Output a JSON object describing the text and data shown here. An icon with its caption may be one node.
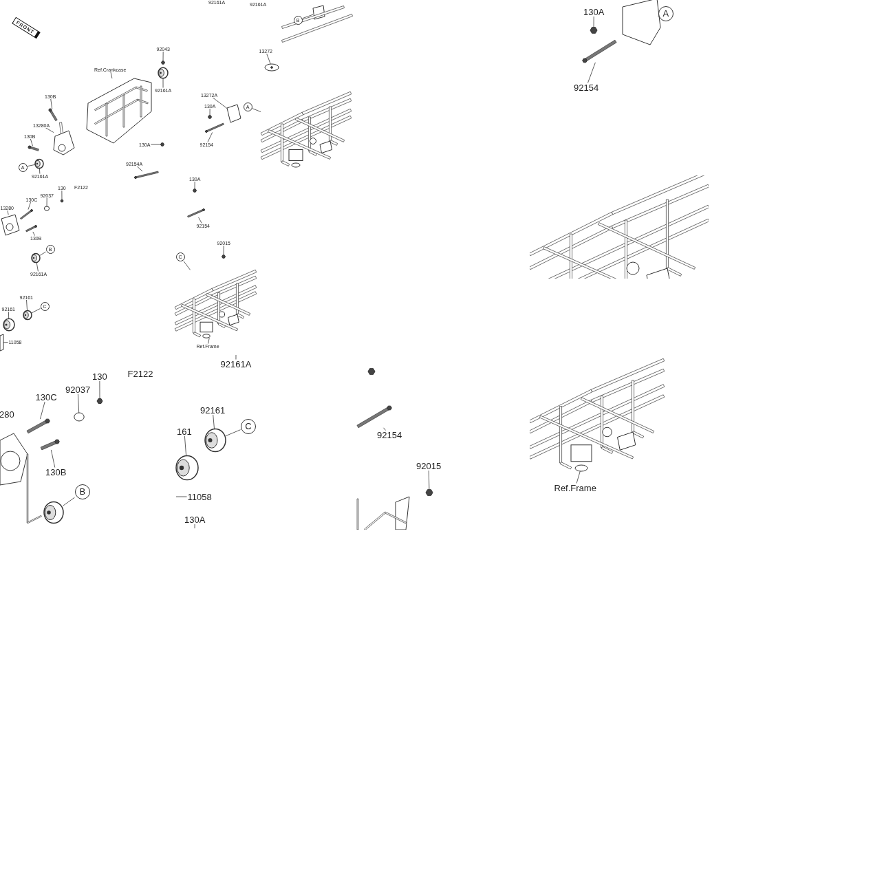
{
  "diagram": {
    "nodes": [
      {
        "text": [
          "FRONT"
        ]
      },
      {
        "text": [
          "92161A"
        ]
      },
      {
        "text": [
          "92161A"
        ]
      },
      {
        "text": [
          "92043"
        ]
      },
      {
        "text": [
          "Ref.Crankcase"
        ]
      },
      {
        "text": [
          "92161A"
        ]
      },
      {
        "text": [
          "130B"
        ]
      },
      {
        "text": [
          "13280A"
        ]
      },
      {
        "text": [
          "130B"
        ]
      },
      {
        "text": [
          "A"
        ]
      },
      {
        "text": [
          "92161A"
        ]
      },
      {
        "text": [
          "130A"
        ]
      },
      {
        "text": [
          "92154A"
        ]
      },
      {
        "text": [
          "130"
        ]
      },
      {
        "text": [
          "F2122"
        ]
      },
      {
        "text": [
          "92037"
        ]
      },
      {
        "text": [
          "130C"
        ]
      },
      {
        "text": [
          "13280"
        ]
      },
      {
        "text": [
          "130B"
        ]
      },
      {
        "text": [
          "B"
        ]
      },
      {
        "text": [
          "92161A"
        ]
      },
      {
        "text": [
          "92161"
        ]
      },
      {
        "text": [
          "92161"
        ]
      },
      {
        "text": [
          "C"
        ]
      },
      {
        "text": [
          "11058"
        ]
      },
      {
        "text": [
          "B"
        ]
      },
      {
        "text": [
          "13272"
        ]
      },
      {
        "text": [
          "13272A"
        ]
      },
      {
        "text": [
          "A"
        ]
      },
      {
        "text": [
          "130A"
        ]
      },
      {
        "text": [
          "92154"
        ]
      },
      {
        "text": [
          "130A"
        ]
      },
      {
        "text": [
          "92154"
        ]
      },
      {
        "text": [
          "92015"
        ]
      },
      {
        "text": [
          "C"
        ]
      },
      {
        "text": [
          "Ref.Frame"
        ]
      },
      {
        "text": [
          "130A"
        ]
      },
      {
        "text": [
          "A"
        ]
      },
      {
        "text": [
          "92154"
        ]
      },
      {
        "text": [
          "280"
        ]
      },
      {
        "text": [
          "130C"
        ]
      },
      {
        "text": [
          "92037"
        ]
      },
      {
        "text": [
          "130"
        ]
      },
      {
        "text": [
          "F2122"
        ]
      },
      {
        "text": [
          "130B"
        ]
      },
      {
        "text": [
          "B"
        ]
      },
      {
        "text": [
          "92161A"
        ]
      },
      {
        "text": [
          "161"
        ]
      },
      {
        "text": [
          "92161"
        ]
      },
      {
        "text": [
          "C"
        ]
      },
      {
        "text": [
          "11058"
        ]
      },
      {
        "text": [
          "130A"
        ]
      },
      {
        "text": [
          "92154"
        ]
      },
      {
        "text": [
          "92015"
        ]
      },
      {
        "text": [
          "Ref.Frame"
        ]
      },
      {
        "text": [],
        "shape": "hexagon"
      },
      {
        "text": [],
        "shape": "picture"
      },
      {
        "text": [],
        "shape": "picture"
      },
      {
        "text": [],
        "shape": "bar"
      },
      {
        "text": [],
        "shape": "picture"
      },
      {
        "text": [],
        "shape": "bar"
      },
      {
        "text": [],
        "shape": "picture"
      },
      {
        "text": [],
        "shape": "hexagon"
      },
      {
        "text": [],
        "shape": "bar"
      },
      {
        "text": [],
        "shape": "hexagon"
      },
      {
        "text": [],
        "shape": "circle"
      },
      {
        "text": [],
        "shape": "bar"
      },
      {
        "text": [],
        "shape": "picture"
      },
      {
        "text": [],
        "shape": "bar"
      },
      {
        "text": [],
        "shape": "picture"
      },
      {
        "text": [],
        "shape": "picture"
      },
      {
        "text": [],
        "shape": "picture"
      },
      {
        "text": [],
        "shape": "box"
      },
      {
        "text": [],
        "shape": "box"
      },
      {
        "text": [],
        "shape": "picture"
      },
      {
        "text": [],
        "shape": "box"
      },
      {
        "text": [],
        "shape": "picture"
      },
      {
        "text": [],
        "shape": "hexagon"
      },
      {
        "text": [],
        "shape": "bar"
      },
      {
        "text": [],
        "shape": "hexagon"
      },
      {
        "text": [],
        "shape": "bar"
      },
      {
        "text": [],
        "shape": "hexagon"
      },
      {
        "text": [],
        "shape": "picture"
      },
      {
        "text": [],
        "shape": "hexagon"
      },
      {
        "text": [],
        "shape": "box"
      },
      {
        "text": [],
        "shape": "bar"
      },
      {
        "text": [],
        "shape": "bar"
      },
      {
        "text": [],
        "shape": "circle"
      },
      {
        "text": [],
        "shape": "hexagon"
      },
      {
        "text": [],
        "shape": "bar"
      },
      {
        "text": [],
        "shape": "picture"
      },
      {
        "text": [],
        "shape": "picture"
      },
      {
        "text": [],
        "shape": "picture"
      },
      {
        "text": [],
        "shape": "bar"
      },
      {
        "text": [],
        "shape": "hexagon"
      },
      {
        "text": [],
        "shape": "picture"
      }
    ],
    "edges": [
      {
        "from": 3,
        "to": 55,
        "arrow": "none"
      },
      {
        "from": 4,
        "to": 56,
        "arrow": "none"
      },
      {
        "from": 5,
        "to": 57,
        "arrow": "none"
      },
      {
        "from": 6,
        "to": 58,
        "arrow": "none"
      },
      {
        "from": 7,
        "to": 59,
        "arrow": "none"
      },
      {
        "from": 8,
        "to": 60,
        "arrow": "none"
      },
      {
        "from": 9,
        "to": 61,
        "arrow": "none"
      },
      {
        "from": 10,
        "to": 61,
        "arrow": "none"
      },
      {
        "from": 11,
        "to": 62,
        "arrow": "none"
      },
      {
        "from": 12,
        "to": 63,
        "arrow": "none"
      },
      {
        "from": 13,
        "to": 64,
        "arrow": "none"
      },
      {
        "from": 15,
        "to": 65,
        "arrow": "none"
      },
      {
        "from": 16,
        "to": 66,
        "arrow": "none"
      },
      {
        "from": 17,
        "to": 67,
        "arrow": "none"
      },
      {
        "from": 18,
        "to": 68,
        "arrow": "none"
      },
      {
        "from": 19,
        "to": 69,
        "arrow": "none"
      },
      {
        "from": 20,
        "to": 69,
        "arrow": "none"
      },
      {
        "from": 21,
        "to": 70,
        "arrow": "none"
      },
      {
        "from": 22,
        "to": 71,
        "arrow": "none"
      },
      {
        "from": 23,
        "to": 70,
        "arrow": "none"
      },
      {
        "from": 24,
        "to": 72,
        "arrow": "none"
      },
      {
        "from": 25,
        "to": 73,
        "arrow": "none"
      },
      {
        "from": 26,
        "to": 74,
        "arrow": "none"
      },
      {
        "from": 27,
        "to": 75,
        "arrow": "none"
      },
      {
        "from": 28,
        "to": 76,
        "arrow": "none"
      },
      {
        "from": 29,
        "to": 77,
        "arrow": "none"
      },
      {
        "from": 30,
        "to": 78,
        "arrow": "none"
      },
      {
        "from": 31,
        "to": 79,
        "arrow": "none"
      },
      {
        "from": 32,
        "to": 80,
        "arrow": "none"
      },
      {
        "from": 33,
        "to": 81,
        "arrow": "none"
      },
      {
        "from": 34,
        "to": 82,
        "arrow": "none"
      },
      {
        "from": 35,
        "to": 82,
        "arrow": "none"
      },
      {
        "from": 36,
        "to": 83,
        "arrow": "none"
      },
      {
        "from": 37,
        "to": 84,
        "arrow": "none"
      },
      {
        "from": 38,
        "to": 85,
        "arrow": "none"
      },
      {
        "from": 40,
        "to": 86,
        "arrow": "none"
      },
      {
        "from": 41,
        "to": 87,
        "arrow": "none"
      },
      {
        "from": 42,
        "to": 88,
        "arrow": "none"
      },
      {
        "from": 44,
        "to": 89,
        "arrow": "none"
      },
      {
        "from": 45,
        "to": 90,
        "arrow": "none"
      },
      {
        "from": 46,
        "to": null,
        "arrow": "none"
      },
      {
        "from": 47,
        "to": 91,
        "arrow": "none"
      },
      {
        "from": 48,
        "to": 92,
        "arrow": "none"
      },
      {
        "from": 49,
        "to": 92,
        "arrow": "none"
      },
      {
        "from": 50,
        "to": null,
        "arrow": "none"
      },
      {
        "from": 51,
        "to": null,
        "arrow": "none"
      },
      {
        "from": 52,
        "to": 93,
        "arrow": "none"
      },
      {
        "from": 53,
        "to": 94,
        "arrow": "none"
      },
      {
        "from": 54,
        "to": 95,
        "arrow": "none"
      }
    ]
  }
}
